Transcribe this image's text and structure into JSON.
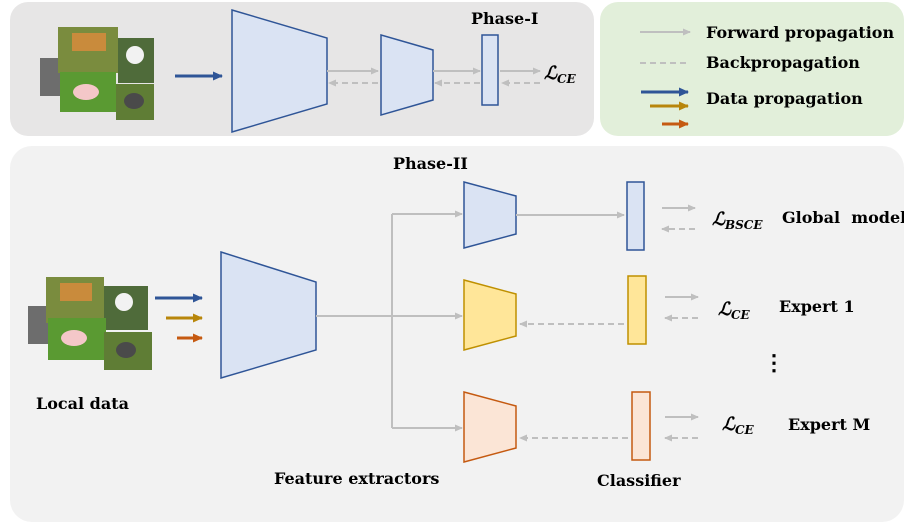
{
  "phase1": {
    "title": "Phase-I",
    "loss": {
      "symbol": "ℒ",
      "sub": "CE"
    }
  },
  "legend": {
    "forward": "Forward propagation",
    "backward": "Backpropagation",
    "data": "Data propagation",
    "colors": {
      "forward": "#bfbfbf",
      "backward": "#bfbfbf",
      "blue": "#2f5597",
      "gold": "#b8860b",
      "orange": "#c55a11"
    }
  },
  "phase2": {
    "title": "Phase-II",
    "local_data_label": "Local data",
    "feature_extractors_label": "Feature extractors",
    "classifier_label": "Classifier",
    "ellipsis": "⋮",
    "branches": [
      {
        "loss": {
          "symbol": "ℒ",
          "sub": "BSCE"
        },
        "name": "Global  model",
        "fill": "#dae3f3",
        "stroke": "#2f5597"
      },
      {
        "loss": {
          "symbol": "ℒ",
          "sub": "CE"
        },
        "name": "Expert 1",
        "fill": "#ffe699",
        "stroke": "#bf9000"
      },
      {
        "loss": {
          "symbol": "ℒ",
          "sub": "CE"
        },
        "name": "Expert M",
        "fill": "#fbe5d6",
        "stroke": "#c55a11"
      }
    ]
  }
}
